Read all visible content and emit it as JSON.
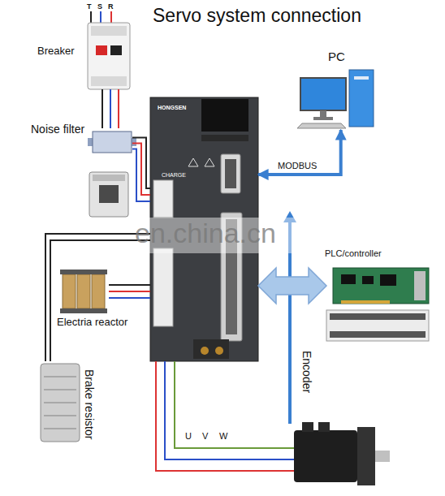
{
  "diagram": {
    "title": "Servo system connection",
    "nodes": [
      {
        "text": [
          "Breaker"
        ]
      },
      {
        "text": [
          "PC"
        ]
      },
      {
        "text": [
          "Noise filter"
        ]
      },
      {
        "text": [
          "HONGSEN"
        ]
      },
      {
        "text": [
          "PLC/controller"
        ]
      },
      {
        "text": [
          "Electria reactor"
        ]
      },
      {
        "text": [
          "Brake resistor"
        ]
      }
    ],
    "edges": [
      {
        "from": 0,
        "to": 2,
        "arrow": "none"
      },
      {
        "from": 2,
        "to": 3,
        "arrow": "none"
      },
      {
        "from": 1,
        "to": 3,
        "label": "MODBUS",
        "arrow": "both"
      },
      {
        "from": 4,
        "to": 3,
        "arrow": "both"
      },
      {
        "from": 5,
        "to": 3,
        "arrow": "none"
      },
      {
        "from": 6,
        "to": 3,
        "arrow": "none"
      }
    ],
    "labels": [
      "T",
      "S",
      "R",
      "CHARGE",
      "Encoder",
      "U",
      "V",
      "W",
      "en.china.cn"
    ]
  }
}
